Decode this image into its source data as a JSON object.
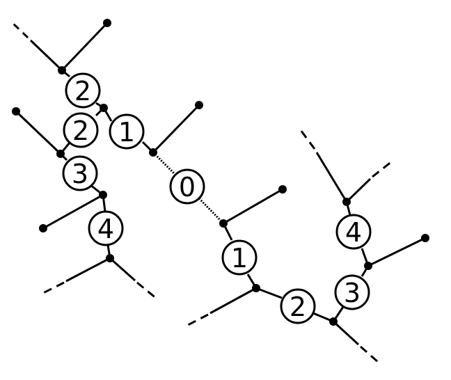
{
  "colors": {
    "ink": "#000000",
    "background": "#ffffff"
  },
  "labels": {
    "central": "0",
    "left_first": "1",
    "left_upper_second": "2",
    "left_second": "2",
    "left_third": "3",
    "left_fourth": "4",
    "right_first": "1",
    "right_second": "2",
    "right_third": "3",
    "right_fourth": "4"
  }
}
